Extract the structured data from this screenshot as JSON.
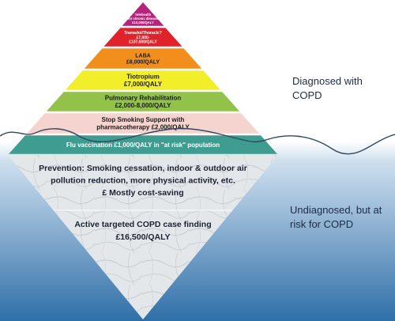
{
  "colors": {
    "sky_top": "#ffffff",
    "water_mid": "#cfe0ef",
    "water_deep": "#2f6fa8",
    "wave": "#33475f",
    "marble": "#e3e7ea"
  },
  "pyramid_tiers": [
    {
      "lines": [
        "Telehealth",
        "for chronic disease",
        "£10,000/QALY"
      ],
      "color": "#b5247a",
      "text_color": "#ffffff"
    },
    {
      "lines": [
        "Tramadol/Thoracic?",
        "£7,000-",
        "£107,000/QALY"
      ],
      "color": "#e0232a",
      "text_color": "#ffffff"
    },
    {
      "lines": [
        "LABA",
        "£8,000/QALY"
      ],
      "color": "#f28e1c",
      "text_color": "#1a1a1a"
    },
    {
      "lines": [
        "Tiotropium",
        "£7,000/QALY"
      ],
      "color": "#f3ee2a",
      "text_color": "#1a1a1a"
    },
    {
      "lines": [
        "Pulmonary Rehabilitation",
        "£2,000-8,000/QALY"
      ],
      "color": "#93c24a",
      "text_color": "#1a1a1a"
    },
    {
      "lines": [
        "Stop Smoking Support with",
        "pharmacotherapy £2,000/QALY"
      ],
      "color": "#f5d4d0",
      "text_color": "#1a1a1a"
    },
    {
      "lines": [
        "Flu vaccination £1,000/QALY in \"at risk\" population"
      ],
      "color": "#3f9c90",
      "text_color": "#ffffff"
    }
  ],
  "underwater_blocks": [
    {
      "lines": [
        "Prevention: Smoking cessation, indoor & outdoor air",
        "pollution reduction, more physical activity, etc.",
        "£ Mostly cost-saving"
      ]
    },
    {
      "lines": [
        "Active targeted COPD case finding",
        "£16,500/QALY"
      ]
    }
  ],
  "side_labels": {
    "diagnosed": "Diagnosed with COPD",
    "undiagnosed": "Undiagnosed, but at risk for COPD"
  }
}
